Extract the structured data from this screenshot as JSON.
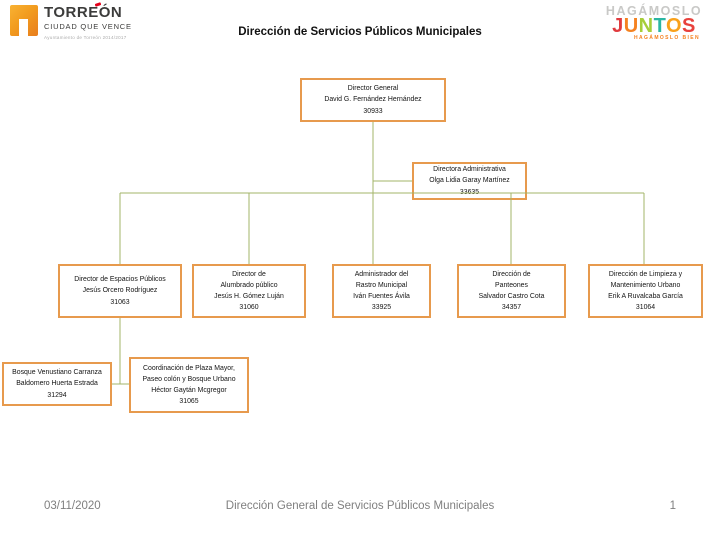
{
  "header": {
    "title": "Dirección de Servicios Públicos Municipales",
    "logo_left": {
      "name": "TORREÓN",
      "tagline": "CIUDAD QUE VENCE",
      "subtext": "Ayuntamiento de Torreón 2014/2017"
    },
    "logo_right": {
      "top": "HAGÁMOSLO",
      "letters": [
        {
          "ch": "J",
          "style": "color:#E03A3E"
        },
        {
          "ch": "U",
          "style": "color:#F58220"
        },
        {
          "ch": "N",
          "style": "color:#A6CE39"
        },
        {
          "ch": "T",
          "style": "color:#2BB6A3"
        },
        {
          "ch": "O",
          "style": "color:#F9A11B"
        },
        {
          "ch": "S",
          "style": "color:#E8413C"
        }
      ],
      "bottom": "HAGÁMOSLO BIEN"
    }
  },
  "org_chart": {
    "nodes": [
      {
        "title": "Director General",
        "name": "David G. Fernández Hernández",
        "ext": "30933"
      },
      {
        "title": "Directora Administrativa",
        "name": "Olga Lidia Garay Martínez",
        "ext": "33635"
      },
      {
        "title": "Director de Espacios Públicos",
        "name": "Jesús Orcero Rodríguez",
        "ext": "31063"
      },
      {
        "title": "Director de\nAlumbrado público",
        "name": "Jesús H. Gómez Luján",
        "ext": "31060"
      },
      {
        "title": "Administrador del\nRastro Municipal",
        "name": "Iván Fuentes Ávila",
        "ext": "33925"
      },
      {
        "title": "Dirección de\nPanteones",
        "name": "Salvador Castro Cota",
        "ext": "34357"
      },
      {
        "title": "Dirección de Limpieza y\nMantenimiento Urbano",
        "name": "Erik A Ruvalcaba García",
        "ext": "31064"
      },
      {
        "title": "Bosque Venustiano Carranza",
        "name": "Baldomero Huerta Estrada",
        "ext": "31294"
      },
      {
        "title": "Coordinación de Plaza Mayor,\nPaseo colón y Bosque Urbano",
        "name": "Héctor Gaytán Mcgregor",
        "ext": "31065"
      }
    ]
  },
  "footer": {
    "date": "03/11/2020",
    "center": "Dirección General de Servicios Públicos Municipales",
    "page": "1"
  },
  "colors": {
    "box_border": "#E79A4D",
    "connector": "#A3B469",
    "footer_text": "#7F7F7F"
  }
}
